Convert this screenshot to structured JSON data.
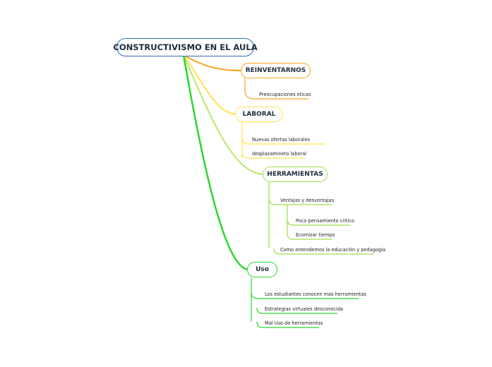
{
  "root": {
    "label": "CONSTRUCTIVISMO EN EL AULA"
  },
  "branches": [
    {
      "label": "REINVENTARNOS",
      "color": "#f5a623",
      "children": [
        "Preocupaciones eticas"
      ]
    },
    {
      "label": "LABORAL",
      "color": "#ffe34d",
      "children": [
        "Nuevas ofertas laborales",
        "desplazamineto laboral"
      ]
    },
    {
      "label": "HERRAMIENTAS",
      "color": "#9ee04a",
      "children": [
        "Ventajas y desventajas",
        "Poco pensamiento critico",
        "Ecomizar tiempo",
        "Como entendemos la educación y pedagogia"
      ]
    },
    {
      "label": "Uso",
      "color": "#2ed62e",
      "children": [
        "Los estudiantes conocen mas herramientas",
        "Estrategias virtuales desconocida",
        "Mal Uso de herramientas"
      ]
    }
  ],
  "colors": {
    "root_border": "#2e6fbf",
    "text": "#1f2d3d"
  }
}
